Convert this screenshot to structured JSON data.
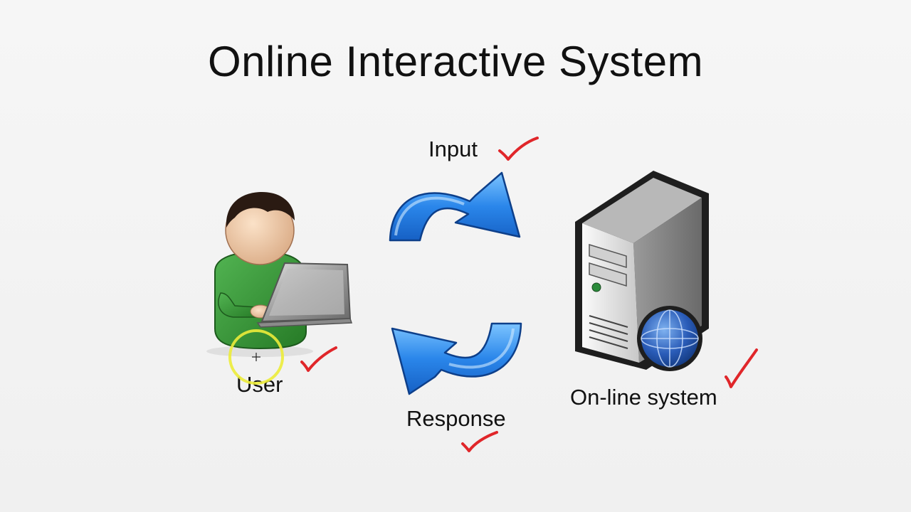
{
  "slide": {
    "title": "Online Interactive System"
  },
  "diagram": {
    "input_label": "Input",
    "response_label": "Response",
    "user_label": "User",
    "system_label": "On-line system"
  },
  "colors": {
    "arrow_blue": "#1e7be0",
    "check_red": "#e0262a",
    "cursor_ring": "#ecec3a",
    "shirt_green": "#3a9a3a"
  },
  "icons": {
    "user": "person-with-laptop-icon",
    "system": "server-with-globe-icon",
    "top_arrow": "curved-arrow-right-icon",
    "bottom_arrow": "curved-arrow-left-icon"
  }
}
